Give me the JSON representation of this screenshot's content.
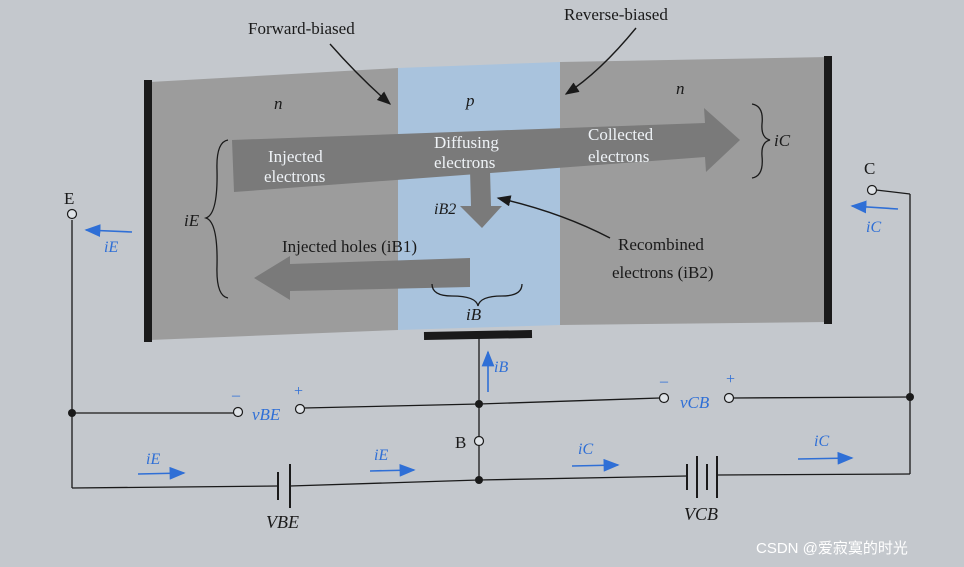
{
  "labels": {
    "forward_biased": "Forward-biased",
    "reverse_biased": "Reverse-biased",
    "region_emitter": "n",
    "region_base": "p",
    "region_collector": "n",
    "injected_electrons_1": "Injected",
    "injected_electrons_2": "electrons",
    "diffusing_electrons_1": "Diffusing",
    "diffusing_electrons_2": "electrons",
    "collected_electrons_1": "Collected",
    "collected_electrons_2": "electrons",
    "ic_top": "iC",
    "ie_brace": "iE",
    "ib2": "iB2",
    "injected_holes": "Injected holes (iB1)",
    "recombined_1": "Recombined",
    "recombined_2": "electrons (iB2)",
    "ib_brace": "iB",
    "terminal_e": "E",
    "terminal_c": "C",
    "terminal_b": "B",
    "ie_left_arrow": "iE",
    "ic_right_arrow": "iC",
    "ib_up": "iB",
    "vbe": "vBE",
    "vcb": "vCB",
    "minus": "–",
    "plus": "+",
    "ie_bottom_1": "iE",
    "ie_bottom_2": "iE",
    "ic_bottom_1": "iC",
    "ic_bottom_2": "iC",
    "VBE": "VBE",
    "VCB": "VCB"
  },
  "watermark": "CSDN @爱寂寞的时光",
  "colors": {
    "background": "#c4c8cd",
    "emitter": "#9c9c9c",
    "base": "#a9c3dd",
    "collector": "#9c9c9c",
    "arrow": "#7a7a7a",
    "current_blue": "#2f6fd6"
  }
}
